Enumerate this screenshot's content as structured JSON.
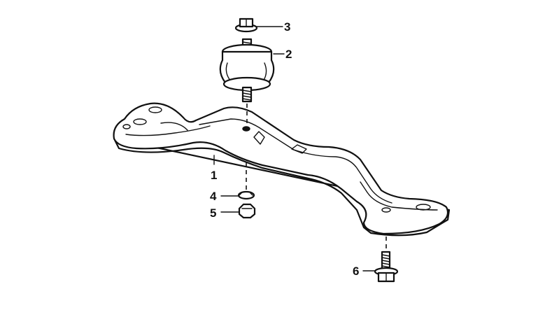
{
  "callouts": [
    {
      "id": "1",
      "label": "1",
      "part": "crossmember"
    },
    {
      "id": "2",
      "label": "2",
      "part": "rubber-mount"
    },
    {
      "id": "3",
      "label": "3",
      "part": "top-nut"
    },
    {
      "id": "4",
      "label": "4",
      "part": "washer"
    },
    {
      "id": "5",
      "label": "5",
      "part": "bottom-nut"
    },
    {
      "id": "6",
      "label": "6",
      "part": "bolt"
    }
  ],
  "colors": {
    "ink": "#111111",
    "background": "#ffffff"
  }
}
